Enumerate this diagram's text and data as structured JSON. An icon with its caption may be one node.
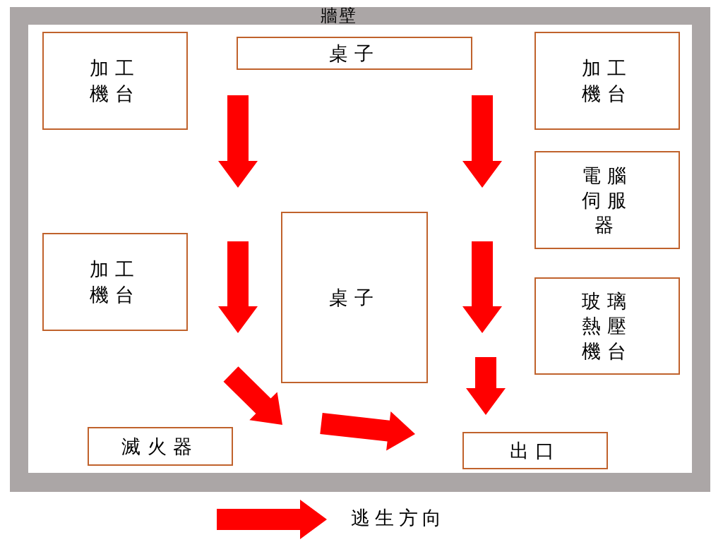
{
  "diagram": {
    "nodes": [
      {
        "text": [
          "牆壁"
        ]
      },
      {
        "text": [
          "加工機台"
        ],
        "in": 0
      },
      {
        "text": [
          "桌子"
        ],
        "in": 0
      },
      {
        "text": [
          "加工機台"
        ],
        "in": 0
      },
      {
        "text": [
          "電腦伺服器"
        ],
        "in": 0
      },
      {
        "text": [
          "加工機台"
        ],
        "in": 0
      },
      {
        "text": [
          "桌子"
        ],
        "in": 0
      },
      {
        "text": [
          "玻璃熱壓機台"
        ],
        "in": 0
      },
      {
        "text": [
          "滅火器"
        ],
        "in": 0
      },
      {
        "text": [
          "出口"
        ],
        "in": 0
      }
    ],
    "edges": [],
    "legend": [
      {
        "text": "逃生方向"
      }
    ]
  }
}
